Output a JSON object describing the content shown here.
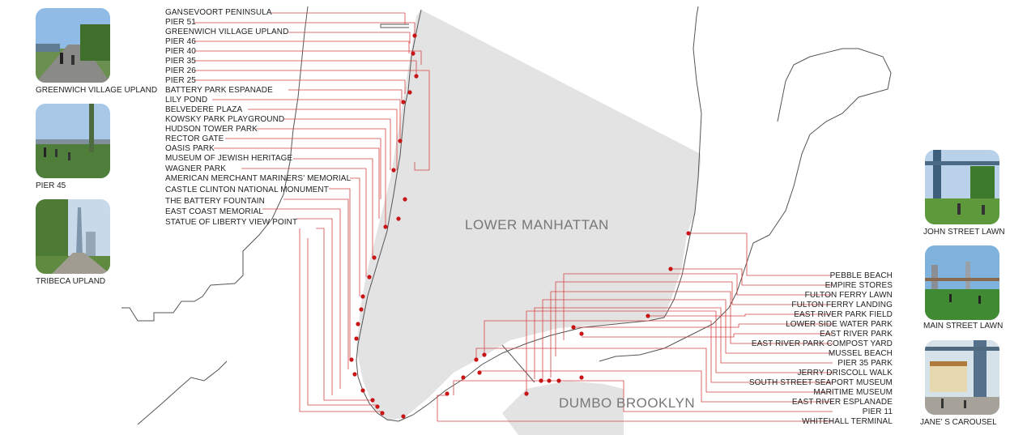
{
  "areas": {
    "manhattan": "LOWER MANHATTAN",
    "brooklyn": "DUMBO BROOKLYN"
  },
  "left_sites": [
    "GANSEVOORT PENINSULA",
    "PIER 51",
    "GREENWICH VILLAGE UPLAND",
    "PIER 46",
    "PIER 40",
    "PIER 35",
    "PIER 26",
    "PIER 25",
    "BATTERY PARK ESPANADE",
    "LILY POND",
    "BELVEDERE PLAZA",
    "KOWSKY PARK PLAYGROUND",
    "HUDSON TOWER PARK",
    "RECTOR GATE",
    "OASIS PARK",
    "MUSEUM OF JEWISH HERITAGE",
    "WAGNER PARK",
    "AMERICAN MERCHANT MARINERS' MEMORIAL",
    "CASTLE CLINTON NATIONAL MONUMENT",
    "THE BATTERY FOUNTAIN",
    "EAST COAST MEMORIAL",
    "STATUE OF LIBERTY VIEW POINT"
  ],
  "right_sites": [
    "PEBBLE BEACH",
    "EMPIRE STORES",
    "FULTON FERRY LAWN",
    "FULTON FERRY LANDING",
    "EAST RIVER PARK FIELD",
    "LOWER SIDE WATER PARK",
    "EAST RIVER PARK",
    "EAST RIVER PARK COMPOST YARD",
    "MUSSEL BEACH",
    "PIER 35 PARK",
    "JERRY DRISCOLL WALK",
    "SOUTH STREET SEAPORT MUSEUM",
    "MARITIME MUSEUM",
    "EAST RIVER ESPLANADE",
    "PIER 11",
    "WHITEHALL TERMINAL"
  ],
  "photos_left": [
    {
      "caption": "GREENWICH VILLAGE UPLAND",
      "icon": "waterfront-promenade-photo"
    },
    {
      "caption": "PIER 45",
      "icon": "pier-lawn-photo"
    },
    {
      "caption": "TRIBECA UPLAND",
      "icon": "skyline-path-photo"
    }
  ],
  "photos_right": [
    {
      "caption": "JOHN STREET LAWN",
      "icon": "bridge-lawn-photo"
    },
    {
      "caption": "MAIN STREET LAWN",
      "icon": "park-lawn-photo"
    },
    {
      "caption": "JANE’ S CAROUSEL",
      "icon": "carousel-photo"
    }
  ],
  "colors": {
    "leader": "#d64545",
    "dot": "#c81414",
    "land": "#e3e3e3",
    "coast": "#555555",
    "text": "#222222"
  }
}
